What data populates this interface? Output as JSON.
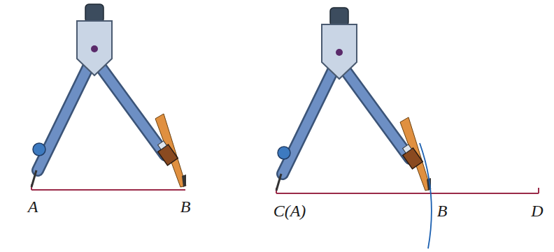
{
  "diagram": {
    "labels": [
      "A",
      "B",
      "C(A)",
      "B",
      "D"
    ]
  }
}
